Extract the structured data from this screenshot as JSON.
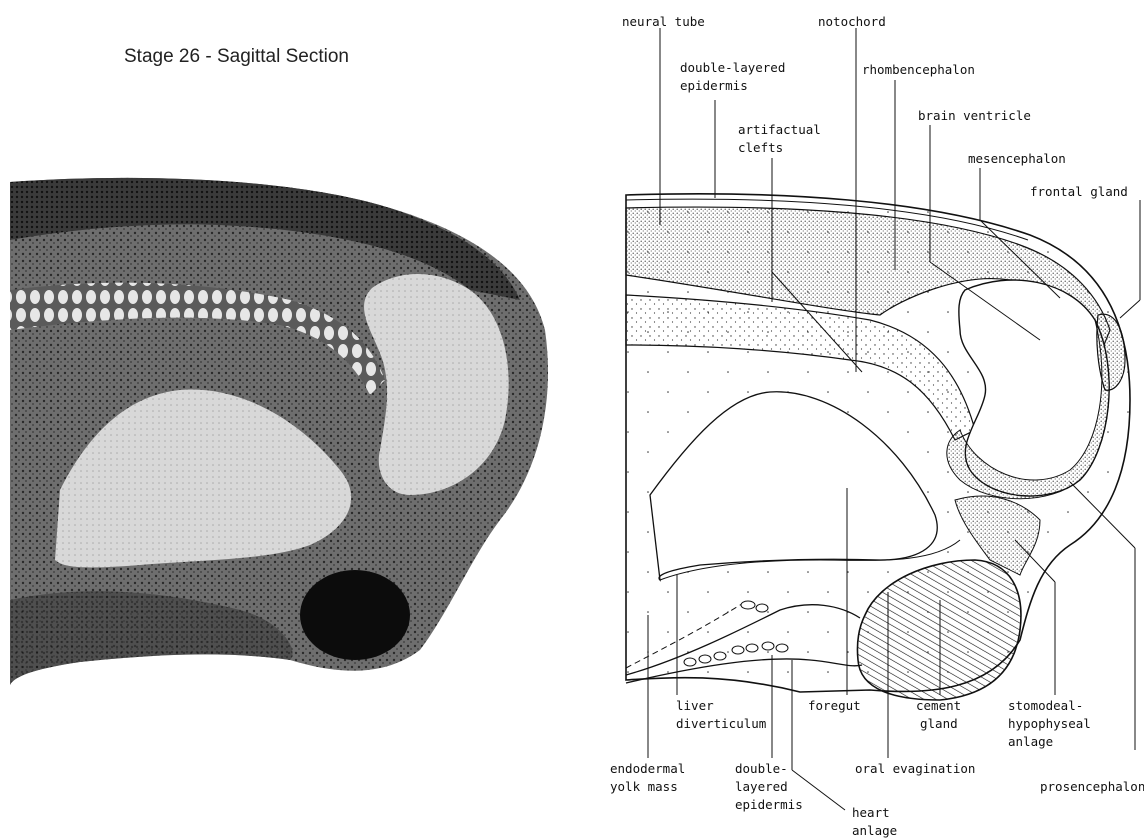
{
  "title": "Stage 26 - Sagittal Section",
  "labels": {
    "neural_tube": "neural tube",
    "notochord": "notochord",
    "double_layered_epidermis_top": [
      "double-layered",
      "epidermis"
    ],
    "rhombencephalon": "rhombencephalon",
    "artifactual_clefts": [
      "artifactual",
      "clefts"
    ],
    "brain_ventricle": "brain ventricle",
    "mesencephalon": "mesencephalon",
    "frontal_gland": "frontal gland",
    "liver_diverticulum": [
      "liver",
      "diverticulum"
    ],
    "foregut": "foregut",
    "cement_gland": [
      "cement",
      "gland"
    ],
    "stomodeal_hypophyseal_anlage": [
      "stomodeal-",
      "hypophyseal",
      "anlage"
    ],
    "endodermal_yolk_mass": [
      "endodermal",
      "yolk mass"
    ],
    "double_layered_epidermis_bottom": [
      "double-",
      "layered",
      "epidermis"
    ],
    "oral_evagination": "oral evagination",
    "prosencephalon": "prosencephalon",
    "heart_anlage": [
      "heart",
      "anlage"
    ]
  }
}
